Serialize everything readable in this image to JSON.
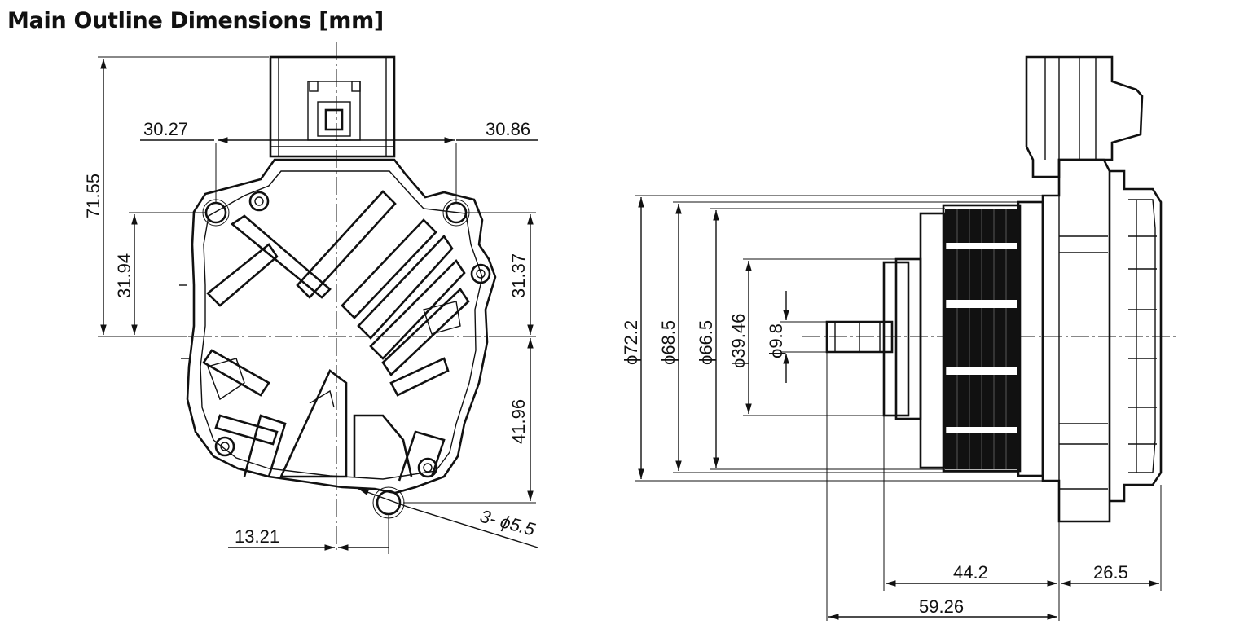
{
  "title": "Main Outline Dimensions [mm]",
  "front_view": {
    "dim_height": "71.55",
    "dim_left_offset": "30.27",
    "dim_right_offset": "30.86",
    "dim_left_hole_height": "31.94",
    "dim_right_hole_height": "31.37",
    "dim_lower_height": "41.96",
    "dim_bottom_offset": "13.21",
    "dim_holes": "3- ϕ5.5"
  },
  "side_view": {
    "dia_72_2": "ϕ72.2",
    "dia_68_5": "ϕ68.5",
    "dia_66_5": "ϕ66.5",
    "dia_39_46": "ϕ39.46",
    "dia_9_8": "ϕ9.8",
    "len_44_2": "44.2",
    "len_26_5": "26.5",
    "len_59_26": "59.26"
  }
}
